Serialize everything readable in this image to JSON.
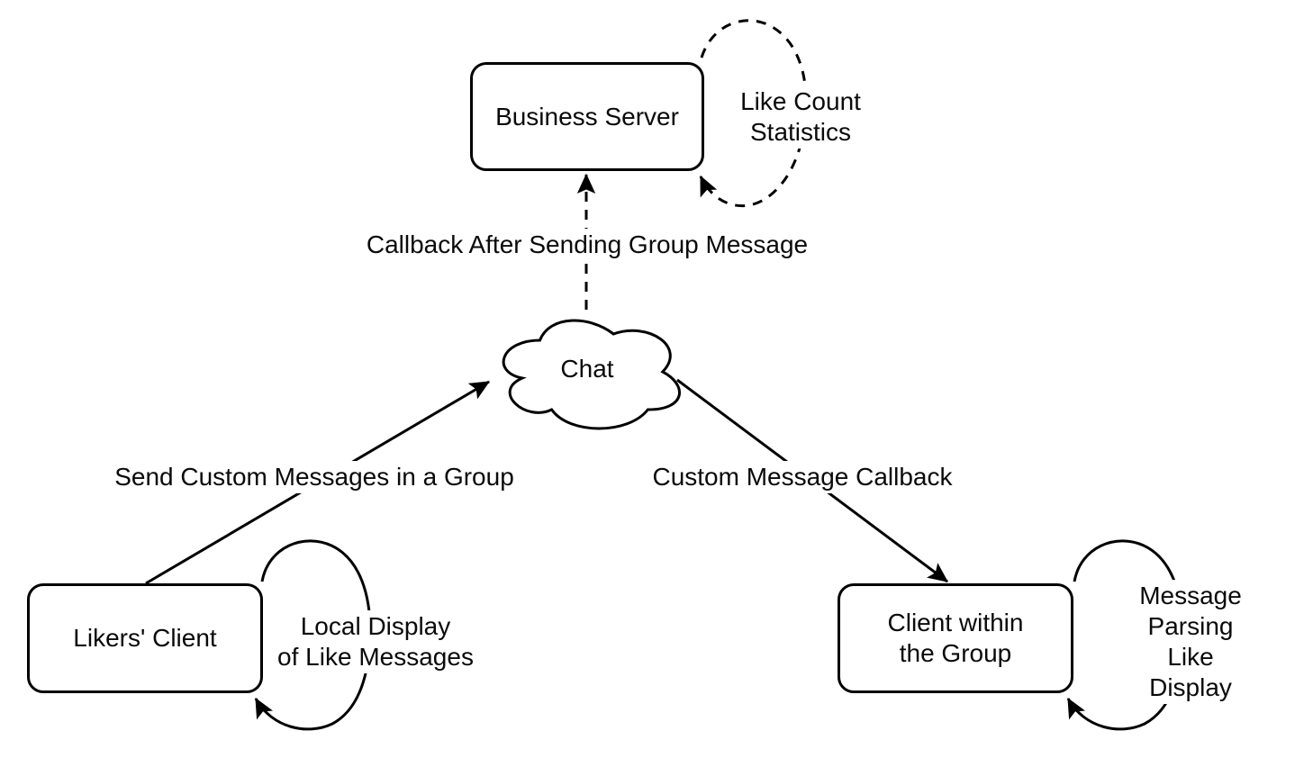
{
  "diagram": {
    "background_color": "#ffffff",
    "line_color": "#000000",
    "text_color": "#0a0a0a",
    "nodes": {
      "business_server": {
        "label": "Business Server",
        "shape": "rounded-rect"
      },
      "chat_cloud": {
        "label": "Chat",
        "shape": "cloud"
      },
      "likers_client": {
        "label": "Likers' Client",
        "shape": "rounded-rect"
      },
      "group_client": {
        "label": "Client within\nthe Group",
        "shape": "rounded-rect"
      }
    },
    "edges": {
      "callback_after_group_message": {
        "label": "Callback After Sending Group Message",
        "style": "dashed",
        "from": "chat_cloud",
        "to": "business_server"
      },
      "send_custom_messages": {
        "label": "Send Custom Messages in a Group",
        "style": "solid",
        "from": "likers_client",
        "to": "chat_cloud"
      },
      "custom_message_callback": {
        "label": "Custom Message Callback",
        "style": "solid",
        "from": "chat_cloud",
        "to": "group_client"
      },
      "like_count_statistics": {
        "label": "Like Count\nStatistics",
        "style": "dashed-self-loop",
        "from": "business_server",
        "to": "business_server"
      },
      "local_display_of_like_messages": {
        "label": "Local Display\nof Like Messages",
        "style": "solid-self-loop",
        "from": "likers_client",
        "to": "likers_client"
      },
      "message_parsing_like_display": {
        "label": "Message Parsing\nLike Display",
        "style": "solid-self-loop",
        "from": "group_client",
        "to": "group_client"
      }
    }
  }
}
